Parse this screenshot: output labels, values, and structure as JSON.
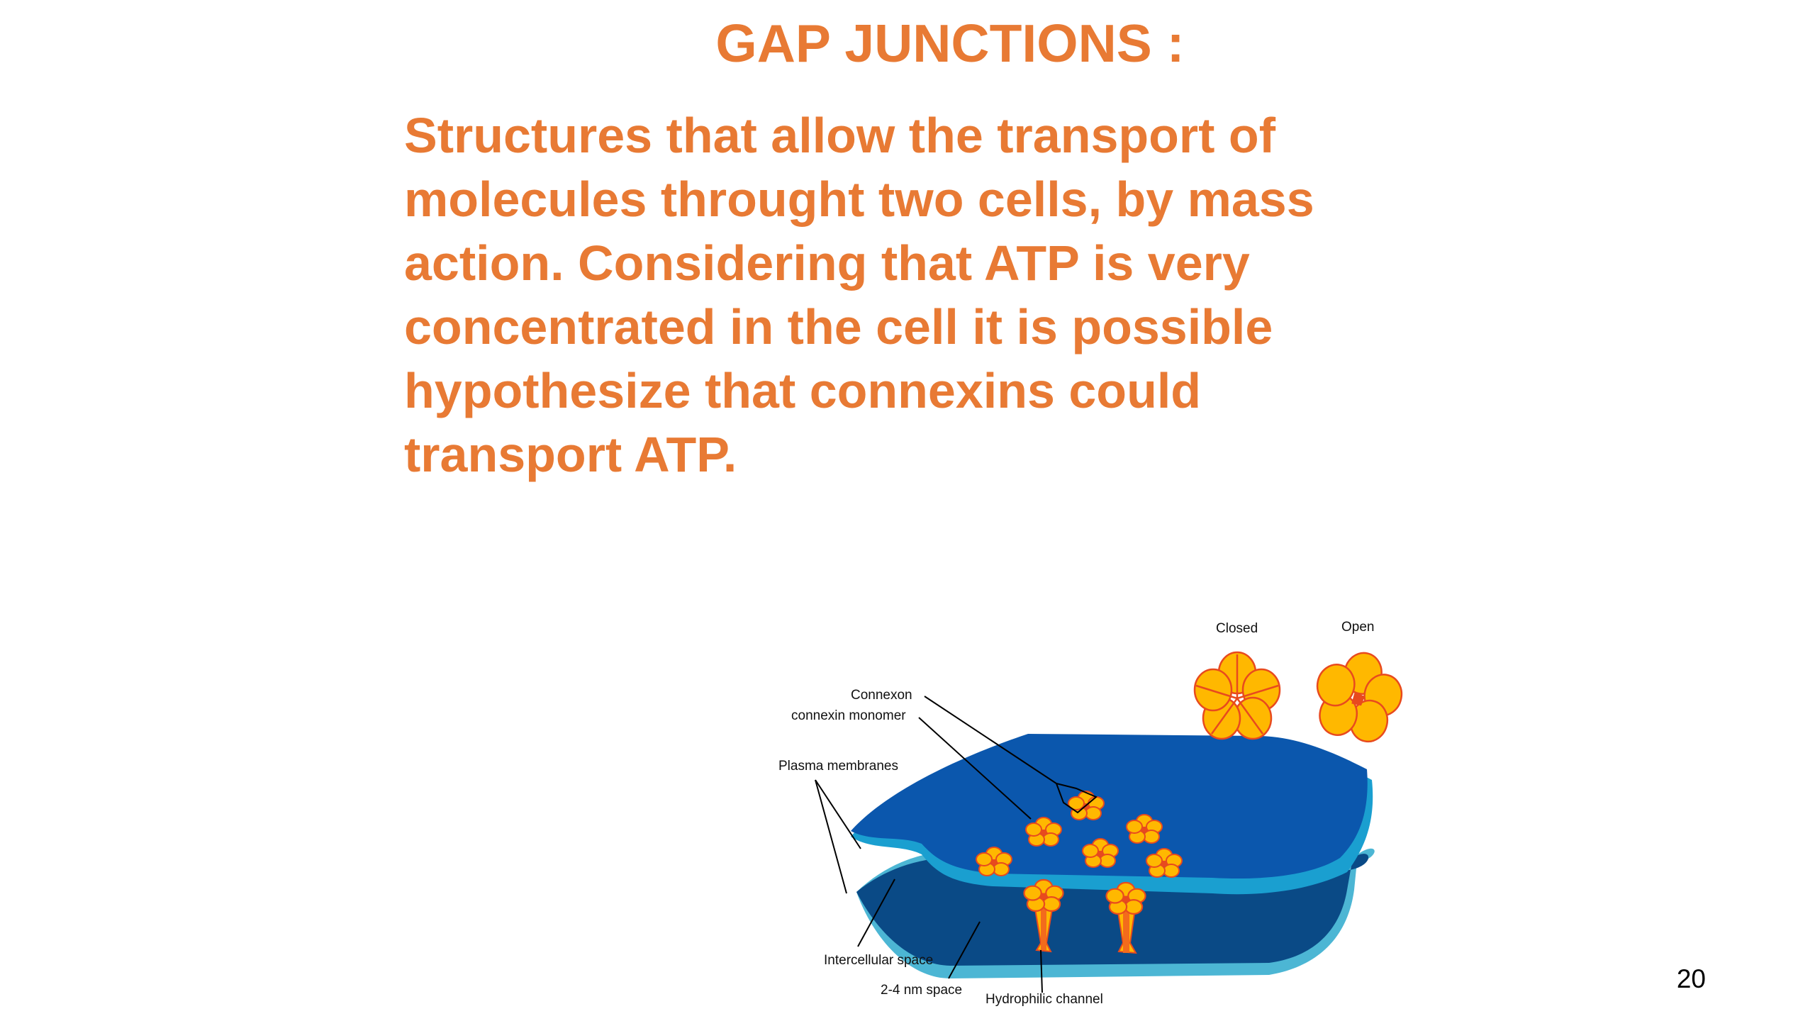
{
  "slide": {
    "title": "GAP JUNCTIONS :",
    "body": "Structures that allow the transport of\nmolecules throught two cells, by mass\naction. Considering that ATP is very\nconcentrated in the cell it is possible\nhypothesize that connexins could\ntransport ATP.",
    "page_number": "20",
    "accent_color": "#e87a34"
  },
  "diagram": {
    "labels": {
      "closed": "Closed",
      "open": "Open",
      "connexon": "Connexon",
      "connexin_monomer": "connexin monomer",
      "plasma_membranes": "Plasma membranes",
      "intercellular_space": "Intercellular space",
      "nm_space": "2-4 nm space",
      "hydrophilic_channel": "Hydrophilic channel"
    },
    "colors": {
      "membrane_top": "#0b57ad",
      "membrane_top_edge": "#1a9fd0",
      "membrane_bottom": "#0a4a86",
      "membrane_bottom_edge": "#4cb6d4",
      "connexin_fill": "#ffb800",
      "connexin_stroke": "#e84a1e",
      "channel_core": "#f36b1c"
    }
  }
}
